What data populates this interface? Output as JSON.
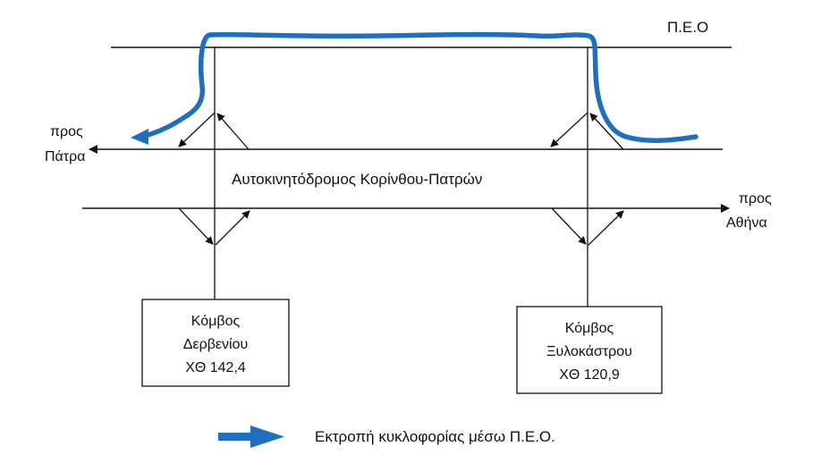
{
  "colors": {
    "detour": "#1f6fbf",
    "lines": "#111111",
    "background": "#ffffff"
  },
  "labels": {
    "peo": "Π.Ε.Ο",
    "towards_patra_line1": "προς",
    "towards_patra_line2": "Πάτρα",
    "towards_athina_line1": "προς",
    "towards_athina_line2": "Αθήνα",
    "motorway": "Αυτοκινητόδρομος Κορίνθου-Πατρών"
  },
  "nodes": {
    "derveni": {
      "line1": "Κόμβος",
      "line2": "Δερβενίου",
      "line3": "ΧΘ 142,4"
    },
    "xylokastro": {
      "line1": "Κόμβος",
      "line2": "Ξυλοκάστρου",
      "line3": "ΧΘ 120,9"
    }
  },
  "legend": {
    "icon": "blue-arrow-icon",
    "text": "Εκτροπή κυκλοφορίας μέσω Π.Ε.Ο."
  }
}
